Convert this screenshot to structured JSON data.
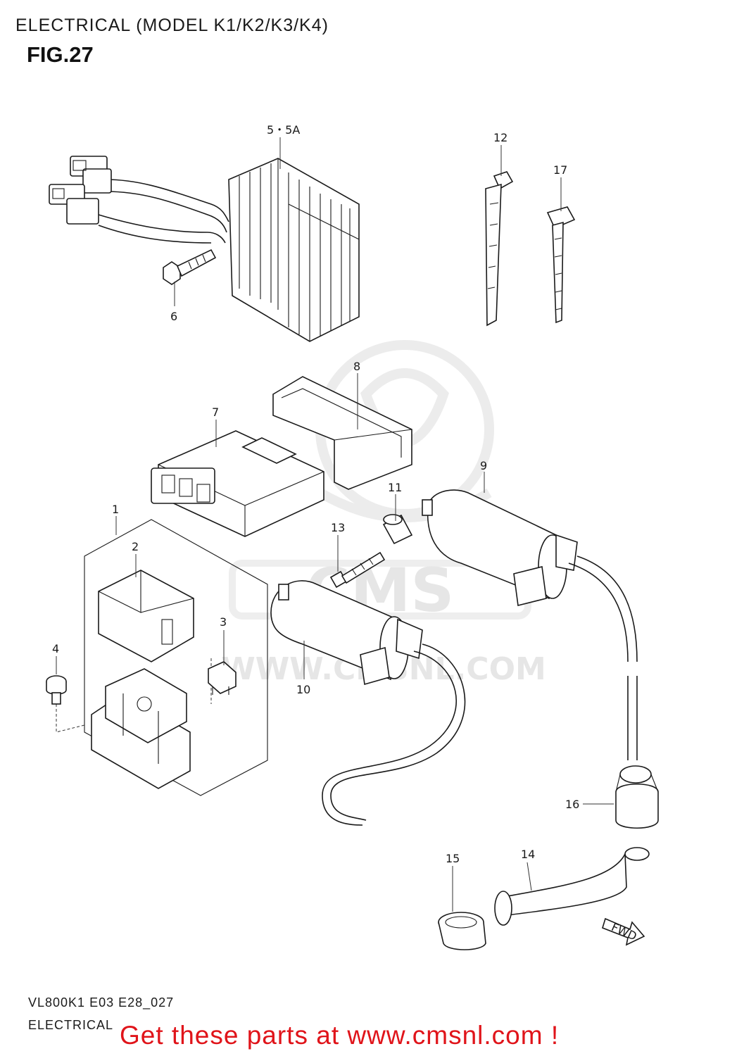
{
  "header": {
    "title": "ELECTRICAL (MODEL K1/K2/K3/K4)",
    "figure": "FIG.27"
  },
  "watermark": {
    "brand": "CMS",
    "url": "WWW.CMSNL.COM"
  },
  "parts": {
    "p1": "1",
    "p2": "2",
    "p3": "3",
    "p4": "4",
    "p5": "5・5A",
    "p6": "6",
    "p7": "7",
    "p8": "8",
    "p9": "9",
    "p10": "10",
    "p11": "11",
    "p12": "12",
    "p13": "13",
    "p14": "14",
    "p15": "15",
    "p16": "16",
    "p17": "17",
    "fwd": "FWD"
  },
  "footer": {
    "code": "VL800K1 E03 E28_027",
    "section": "ELECTRICAL",
    "promo": "Get these parts at www.cmsnl.com !"
  }
}
